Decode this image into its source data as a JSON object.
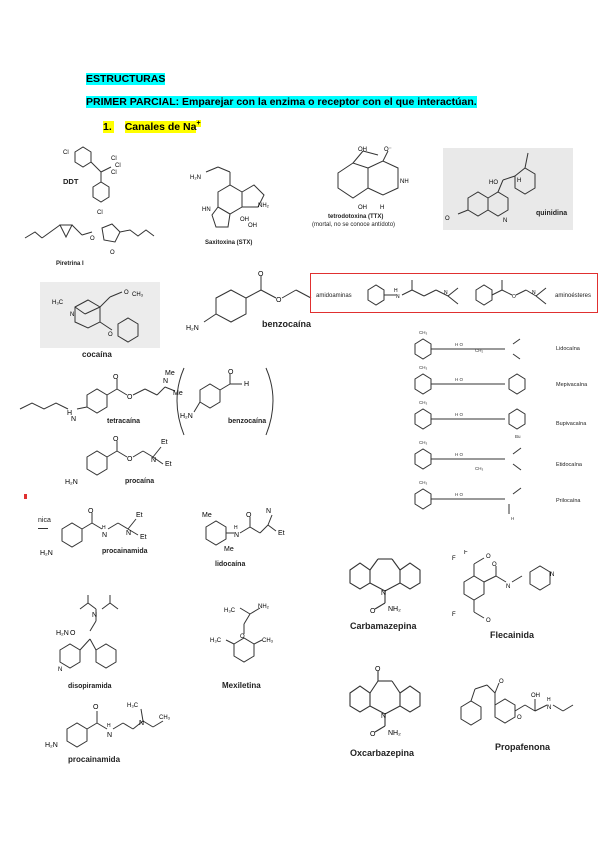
{
  "header": {
    "title": "ESTRUCTURAS",
    "primer_label": "PRIMER PARCIAL",
    "primer_text": ": Emparejar con la enzima o receptor con el que interactúan.",
    "section_num": "1.",
    "section_title": "Canales de Na",
    "section_sup": "+"
  },
  "labels": {
    "ddt": "DDT",
    "piretrina": "Piretrina I",
    "saxitoxina": "Saxitoxina (STX)",
    "ttx": "tetrodotoxina (TTX)",
    "ttx_note": "(mortal, no se conoce antídoto)",
    "quinidina": "quinidina",
    "cocaina": "cocaína",
    "benzocaina_top": "benzocaína",
    "amidoaminas": "amidoaminas",
    "aminoesteres": "aminoésteres",
    "tetracaina": "tetracaína",
    "benzocaina_mid": "benzocaína",
    "procaina": "procaína",
    "procainamida_mid": "procainamida",
    "lidocaina_mid": "lidocaína",
    "lidocaina_r": "Lidocaína",
    "mepivacaina": "Mepivacaína",
    "bupivacaina": "Bupivacaína",
    "etidocaina": "Etidocaína",
    "prilocaina": "Prilocaína",
    "carbamazepina": "Carbamazepina",
    "flecainida": "Flecainida",
    "disopiramida": "disopiramida",
    "mexiletina": "Mexiletina",
    "oxcarbazepina": "Oxcarbazepina",
    "propafenona": "Propafenona",
    "procainamida_bot": "procainamida",
    "nica": "nica"
  },
  "colors": {
    "title_highlight": "#00ffff",
    "subtitle_highlight": "#ffff00",
    "box_border": "#e03030",
    "stroke": "#333333"
  }
}
